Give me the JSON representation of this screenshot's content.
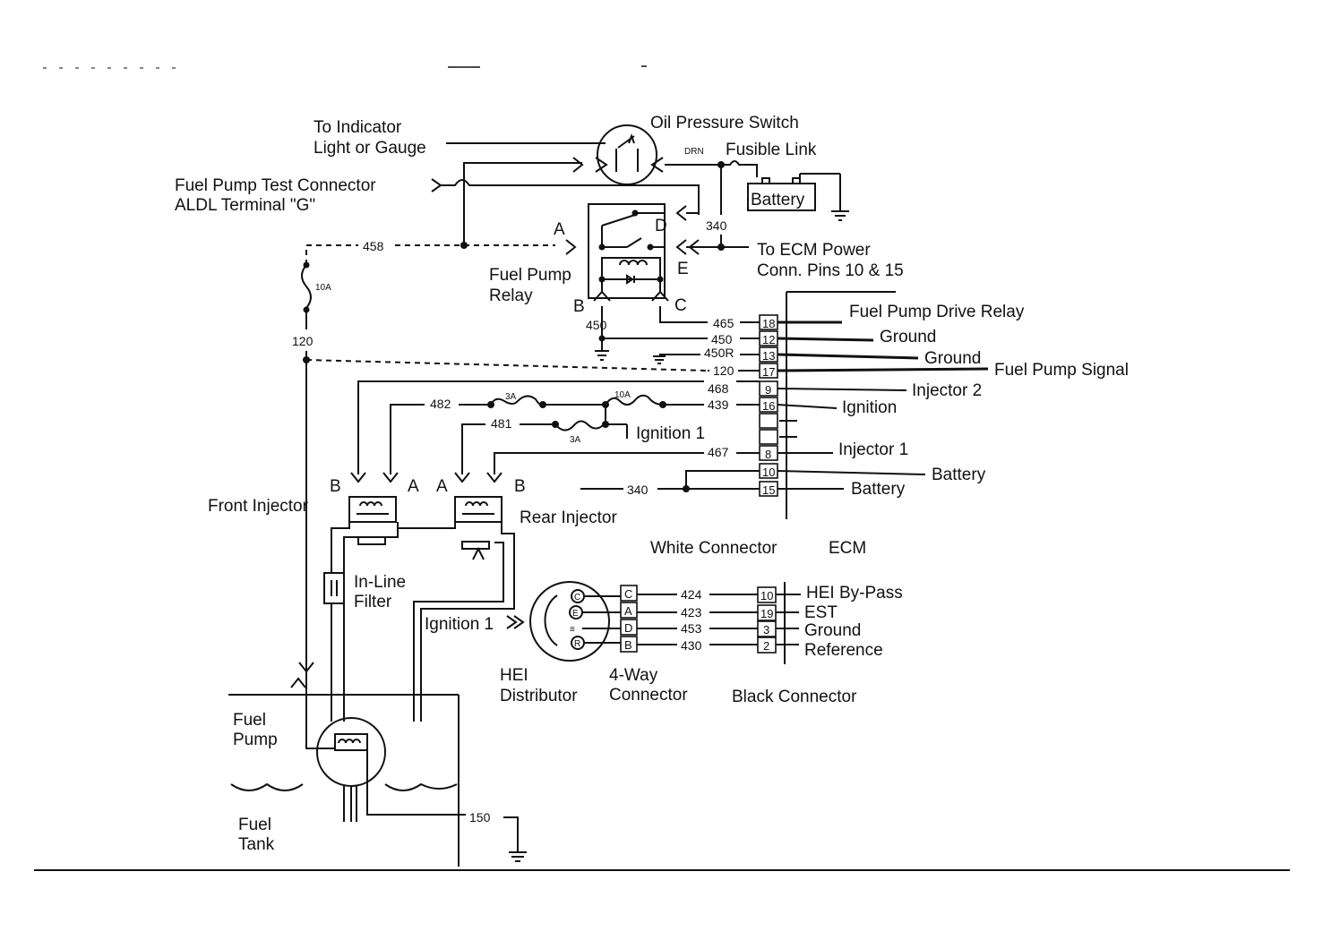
{
  "labels": {
    "to_indicator_1": "To Indicator",
    "to_indicator_2": "Light or Gauge",
    "oil_pressure_switch": "Oil Pressure  Switch",
    "fusible_link": "Fusible  Link",
    "drn": "DRN",
    "battery_top": "Battery",
    "fuel_pump_test_1": "Fuel Pump Test Connector",
    "fuel_pump_test_2": "ALDL Terminal \"G\"",
    "to_ecm_power_1": "To ECM Power",
    "to_ecm_power_2": "Conn. Pins 10 & 15",
    "fuel_pump_relay_1": "Fuel Pump",
    "fuel_pump_relay_2": "Relay",
    "relay_a": "A",
    "relay_b": "B",
    "relay_c": "C",
    "relay_d": "D",
    "relay_e": "E",
    "ignition_1_fuse": "Ignition 1",
    "front_injector": "Front Injector",
    "rear_injector": "Rear Injector",
    "front_b": "B",
    "front_a": "A",
    "rear_a": "A",
    "rear_b": "B",
    "inline_filter_1": "In-Line",
    "inline_filter_2": "Filter",
    "ignition_1_hei": "Ignition 1",
    "white_connector": "White Connector",
    "ecm": "ECM",
    "hei_1": "HEI",
    "hei_2": "Distributor",
    "four_way_1": "4-Way",
    "four_way_2": "Connector",
    "black_connector": "Black Connector",
    "fuel_pump_1": "Fuel",
    "fuel_pump_2": "Pump",
    "fuel_tank_1": "Fuel",
    "fuel_tank_2": "Tank"
  },
  "wires": {
    "w340_top": "340",
    "w458": "458",
    "w10a_left": "10A",
    "w120_left": "120",
    "w450": "450",
    "w465": "465",
    "w450b": "450",
    "w450r": "450R",
    "w120": "120",
    "w468": "468",
    "w439": "439",
    "w482": "482",
    "w481": "481",
    "w3a_1": "3A",
    "w10a_2": "10A",
    "w3a_2": "3A",
    "w467": "467",
    "w340": "340",
    "w424": "424",
    "w423": "423",
    "w453": "453",
    "w430": "430",
    "w150": "150"
  },
  "white_pins": [
    {
      "pin": "18",
      "function": "Fuel Pump Drive Relay"
    },
    {
      "pin": "12",
      "function": "Ground"
    },
    {
      "pin": "13",
      "function": "Ground"
    },
    {
      "pin": "17",
      "function": "Fuel Pump Signal"
    },
    {
      "pin": "9",
      "function": "Injector 2"
    },
    {
      "pin": "16",
      "function": "Ignition"
    },
    {
      "pin": "8",
      "function": "Injector 1"
    },
    {
      "pin": "10",
      "function": "Battery"
    },
    {
      "pin": "15",
      "function": "Battery"
    }
  ],
  "black_pins": [
    {
      "pin": "10",
      "function": "HEI By-Pass"
    },
    {
      "pin": "19",
      "function": "EST"
    },
    {
      "pin": "3",
      "function": "Ground"
    },
    {
      "pin": "2",
      "function": "Reference"
    }
  ],
  "four_way_pins": [
    "C",
    "A",
    "D",
    "B"
  ],
  "hei_terminals": [
    "C",
    "E",
    "≡",
    "R"
  ]
}
